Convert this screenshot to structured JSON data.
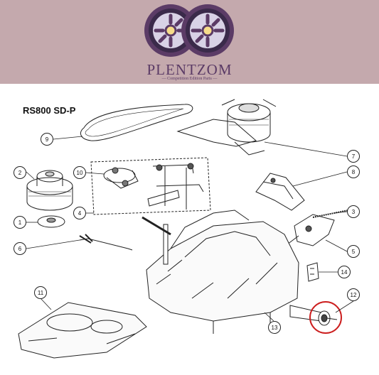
{
  "brand": {
    "name": "PLENTZOM",
    "tagline": "Competition Edition Parts",
    "banner_color": "#c4a9ad",
    "accent_color": "#5b3b66",
    "logo_icon": "twin-wheels-logo"
  },
  "diagram": {
    "model": "RS800 SD-P",
    "callouts": [
      "1",
      "2",
      "3",
      "4",
      "5",
      "6",
      "7",
      "8",
      "9",
      "10",
      "11",
      "12",
      "13",
      "14"
    ],
    "highlight_color": "#cc1f1f"
  }
}
